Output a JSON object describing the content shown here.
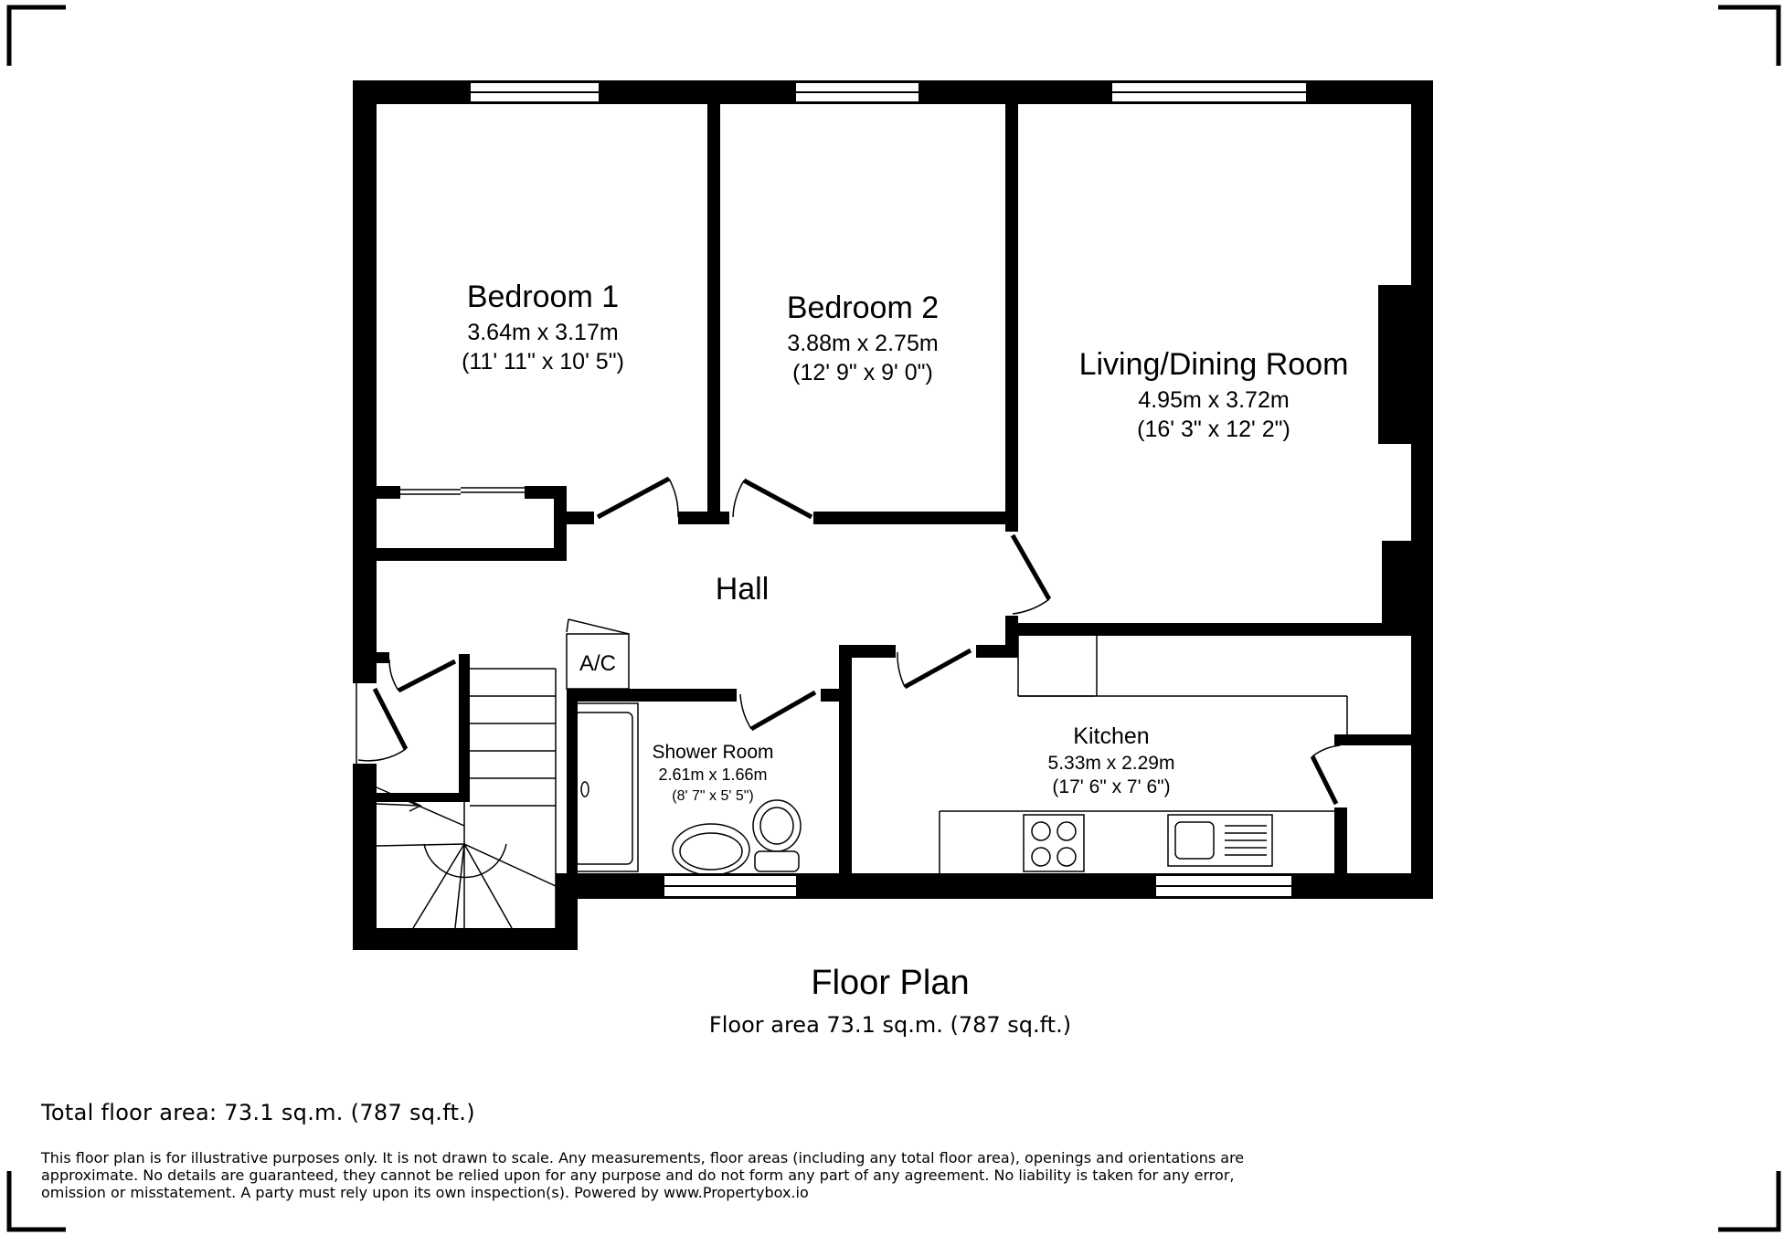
{
  "rooms": {
    "bedroom1": {
      "name": "Bedroom 1",
      "size_m": "3.64m x 3.17m",
      "size_ft": "(11' 11\" x 10' 5\")"
    },
    "bedroom2": {
      "name": "Bedroom 2",
      "size_m": "3.88m x 2.75m",
      "size_ft": "(12' 9\" x 9' 0\")"
    },
    "living": {
      "name": "Living/Dining Room",
      "size_m": "4.95m x 3.72m",
      "size_ft": "(16' 3\" x 12' 2\")"
    },
    "hall": {
      "name": "Hall"
    },
    "airing_cupboard": {
      "name": "A/C"
    },
    "shower": {
      "name": "Shower Room",
      "size_m": "2.61m x 1.66m",
      "size_ft": "(8' 7\" x 5' 5\")"
    },
    "kitchen": {
      "name": "Kitchen",
      "size_m": "5.33m x 2.29m",
      "size_ft": "(17' 6\" x 7' 6\")"
    }
  },
  "plan": {
    "title": "Floor Plan",
    "area": "Floor area 73.1 sq.m. (787 sq.ft.)"
  },
  "footer": {
    "total_area": "Total floor area: 73.1 sq.m. (787 sq.ft.)",
    "disclaimer": "This floor plan is for illustrative purposes only. It is not drawn to scale. Any measurements, floor areas (including any total floor area), openings and orientations are approximate. No details are guaranteed, they cannot be relied upon for any purpose and do not form any part of any agreement. No liability is taken for any error, omission or misstatement. A party must rely upon its own inspection(s). Powered by www.Propertybox.io"
  },
  "colors": {
    "wall": "#000000",
    "background": "#ffffff"
  }
}
